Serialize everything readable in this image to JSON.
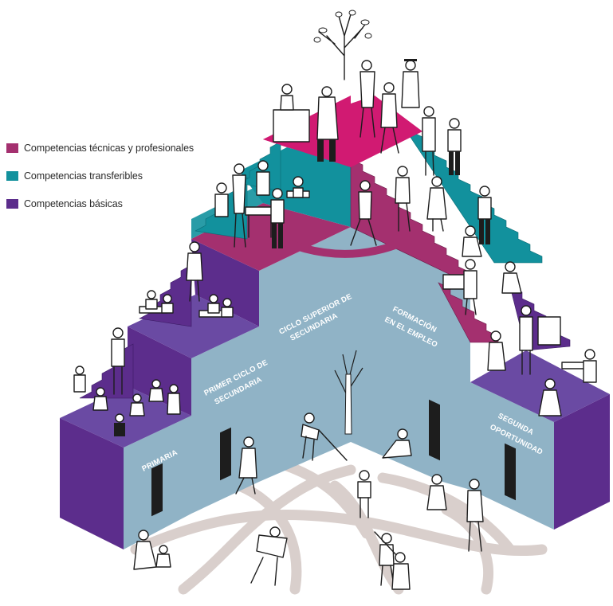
{
  "legend": [
    {
      "label": "Competencias técnicas y profesionales",
      "color": "#a4306f"
    },
    {
      "label": "Competencias transferibles",
      "color": "#12919d"
    },
    {
      "label": "Competencias básicas",
      "color": "#5c2d8c"
    }
  ],
  "blocks": {
    "primaria": "PRIMARIA",
    "primer_ciclo_1": "PRIMER CICLO DE",
    "primer_ciclo_2": "SECUNDARIA",
    "ciclo_superior_1": "CICLO SUPERIOR DE",
    "ciclo_superior_2": "SECUNDARIA",
    "formacion_1": "FORMACIÓN",
    "formacion_2": "EN EL EMPLEO",
    "segunda_1": "SEGUNDA",
    "segunda_2": "OPORTUNIDAD"
  },
  "colors": {
    "facade_light": "#90b3c6",
    "facade_dark": "#5c2d8c",
    "teal": "#12919d",
    "magenta": "#a4306f",
    "pink": "#d11a72",
    "path": "#d9cfcc"
  }
}
